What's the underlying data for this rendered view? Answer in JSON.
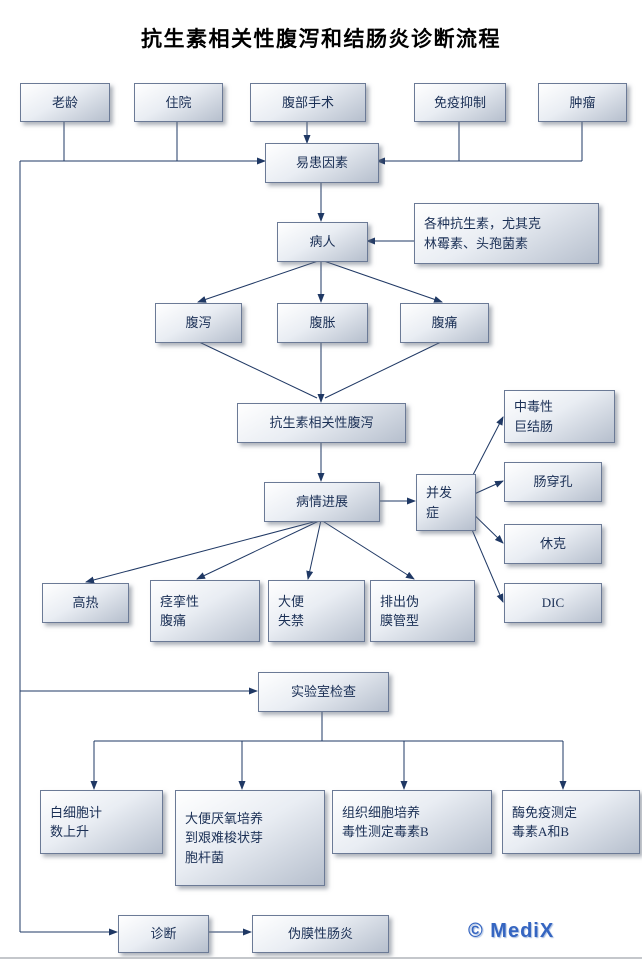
{
  "title": "抗生素相关性腹泻和结肠炎诊断流程",
  "watermark": "© MediX",
  "colors": {
    "connector": "#1f3864",
    "node_border": "#6b7a96",
    "node_text": "#1a2f55",
    "node_fill_light": "#ffffff",
    "node_fill_dark": "#b6bfcd",
    "title_text": "#000000",
    "watermark_blue": "#3565c1"
  },
  "nodes": {
    "elderly": {
      "label": "老龄"
    },
    "hospitalization": {
      "label": "住院"
    },
    "surgery": {
      "label": "腹部手术"
    },
    "immunosuppression": {
      "label": "免疫抑制"
    },
    "tumor": {
      "label": "肿瘤"
    },
    "predisposing": {
      "label": "易患因素"
    },
    "patient": {
      "label": "病人"
    },
    "antibiotics": {
      "label": "各种抗生素，尤其克\n林霉素、头孢菌素"
    },
    "diarrhea": {
      "label": "腹泻"
    },
    "distension": {
      "label": "腹胀"
    },
    "pain": {
      "label": "腹痛"
    },
    "aad": {
      "label": "抗生素相关性腹泻"
    },
    "progression": {
      "label": "病情进展"
    },
    "complications": {
      "label": "并发\n症"
    },
    "megacolon": {
      "label": "中毒性\n巨结肠"
    },
    "perforation": {
      "label": "肠穿孔"
    },
    "shock": {
      "label": "休克"
    },
    "dic": {
      "label": "DIC"
    },
    "fever": {
      "label": "高热"
    },
    "cramp": {
      "label": "痉挛性\n腹痛"
    },
    "incontinence": {
      "label": "大便\n失禁"
    },
    "casts": {
      "label": "排出伪\n膜管型"
    },
    "lab": {
      "label": "实验室检查"
    },
    "wbc": {
      "label": "白细胞计\n数上升"
    },
    "culture": {
      "label": "大便厌氧培养\n到艰难梭状芽\n胞杆菌"
    },
    "cytotoxin": {
      "label": "组织细胞培养\n毒性测定毒素B"
    },
    "elisa": {
      "label": "酶免疫测定\n毒素A和B"
    },
    "diagnosis": {
      "label": "诊断"
    },
    "pmc": {
      "label": "伪膜性肠炎"
    }
  }
}
